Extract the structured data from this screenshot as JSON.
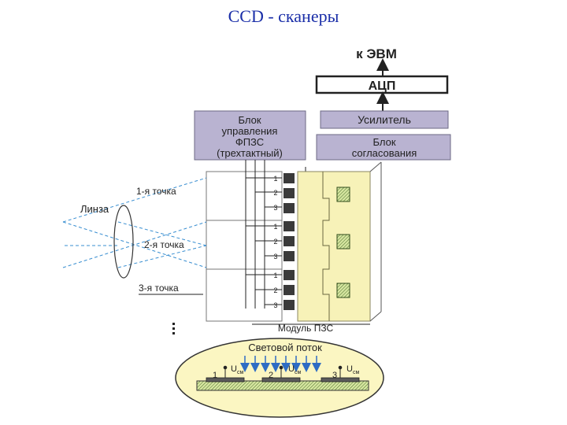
{
  "slide": {
    "title": "CCD - сканеры"
  },
  "colors": {
    "block_fill": "#b9b3d1",
    "module_fill": "#f7f2b8",
    "ellipse_fill": "#fbf6c2",
    "title": "#1a2ea8",
    "arrow_blue": "#2e6cc4",
    "optic_line": "#3a8fd1"
  },
  "diagram": {
    "to_computer": "к ЭВМ",
    "adc": "АЦП",
    "amplifier": "Усилитель",
    "matching_block": [
      "Блок",
      "согласования"
    ],
    "control_block": [
      "Блок",
      "управления",
      "ФПЗС",
      "(трехтактный)"
    ],
    "lens": "Линза",
    "point_1": "1-я точка",
    "point_2": "2-я точка",
    "point_3": "3-я точка",
    "module": "Модуль ПЗС",
    "phase_labels": [
      "1",
      "2",
      "3",
      "1",
      "2",
      "3",
      "1",
      "2",
      "3"
    ],
    "light_flux": "Световой поток",
    "electrode_labels": [
      "1",
      "2",
      "3"
    ],
    "voltage_symbol": "U",
    "voltage_subscript": "см"
  }
}
